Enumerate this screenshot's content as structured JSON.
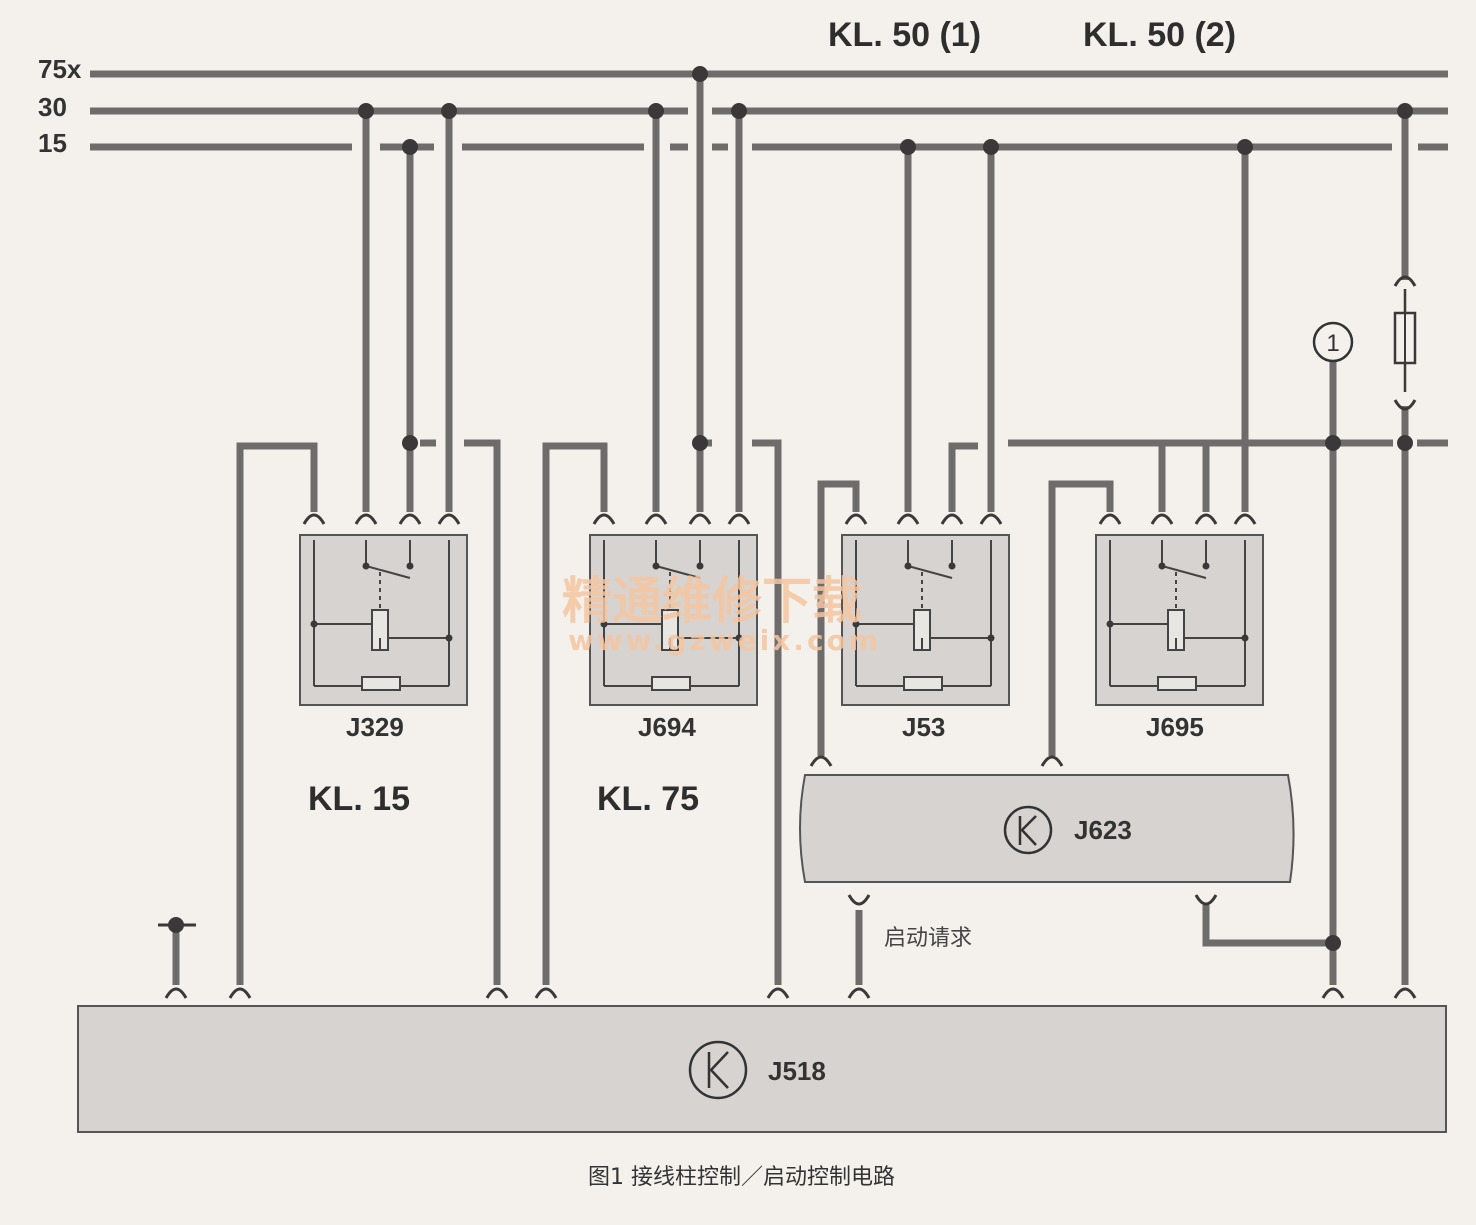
{
  "buses": [
    {
      "id": "bus-75x",
      "label": "75x"
    },
    {
      "id": "bus-30",
      "label": "30"
    },
    {
      "id": "bus-15",
      "label": "15"
    }
  ],
  "headings": {
    "kl50_1": "KL. 50 (1)",
    "kl50_2": "KL. 50 (2)"
  },
  "relays": [
    {
      "id": "J329",
      "label": "J329"
    },
    {
      "id": "J694",
      "label": "J694"
    },
    {
      "id": "J53",
      "label": "J53"
    },
    {
      "id": "J695",
      "label": "J695"
    }
  ],
  "group_labels": {
    "kl15": "KL. 15",
    "kl75": "KL. 75"
  },
  "modules": {
    "j623": {
      "label": "J623",
      "symbol": "K"
    },
    "j518": {
      "label": "J518",
      "symbol": "K"
    }
  },
  "marker": "1",
  "start_request": "启动请求",
  "caption": "图1  接线柱控制／启动控制电路",
  "watermark": {
    "cn": "精通维修下载",
    "url": "www.gzweix.com"
  },
  "colors": {
    "wire": "#6e6b6b",
    "box_fill": "#d6d3d0",
    "background": "#f4f1ec",
    "watermark": "#f5c6a0"
  }
}
